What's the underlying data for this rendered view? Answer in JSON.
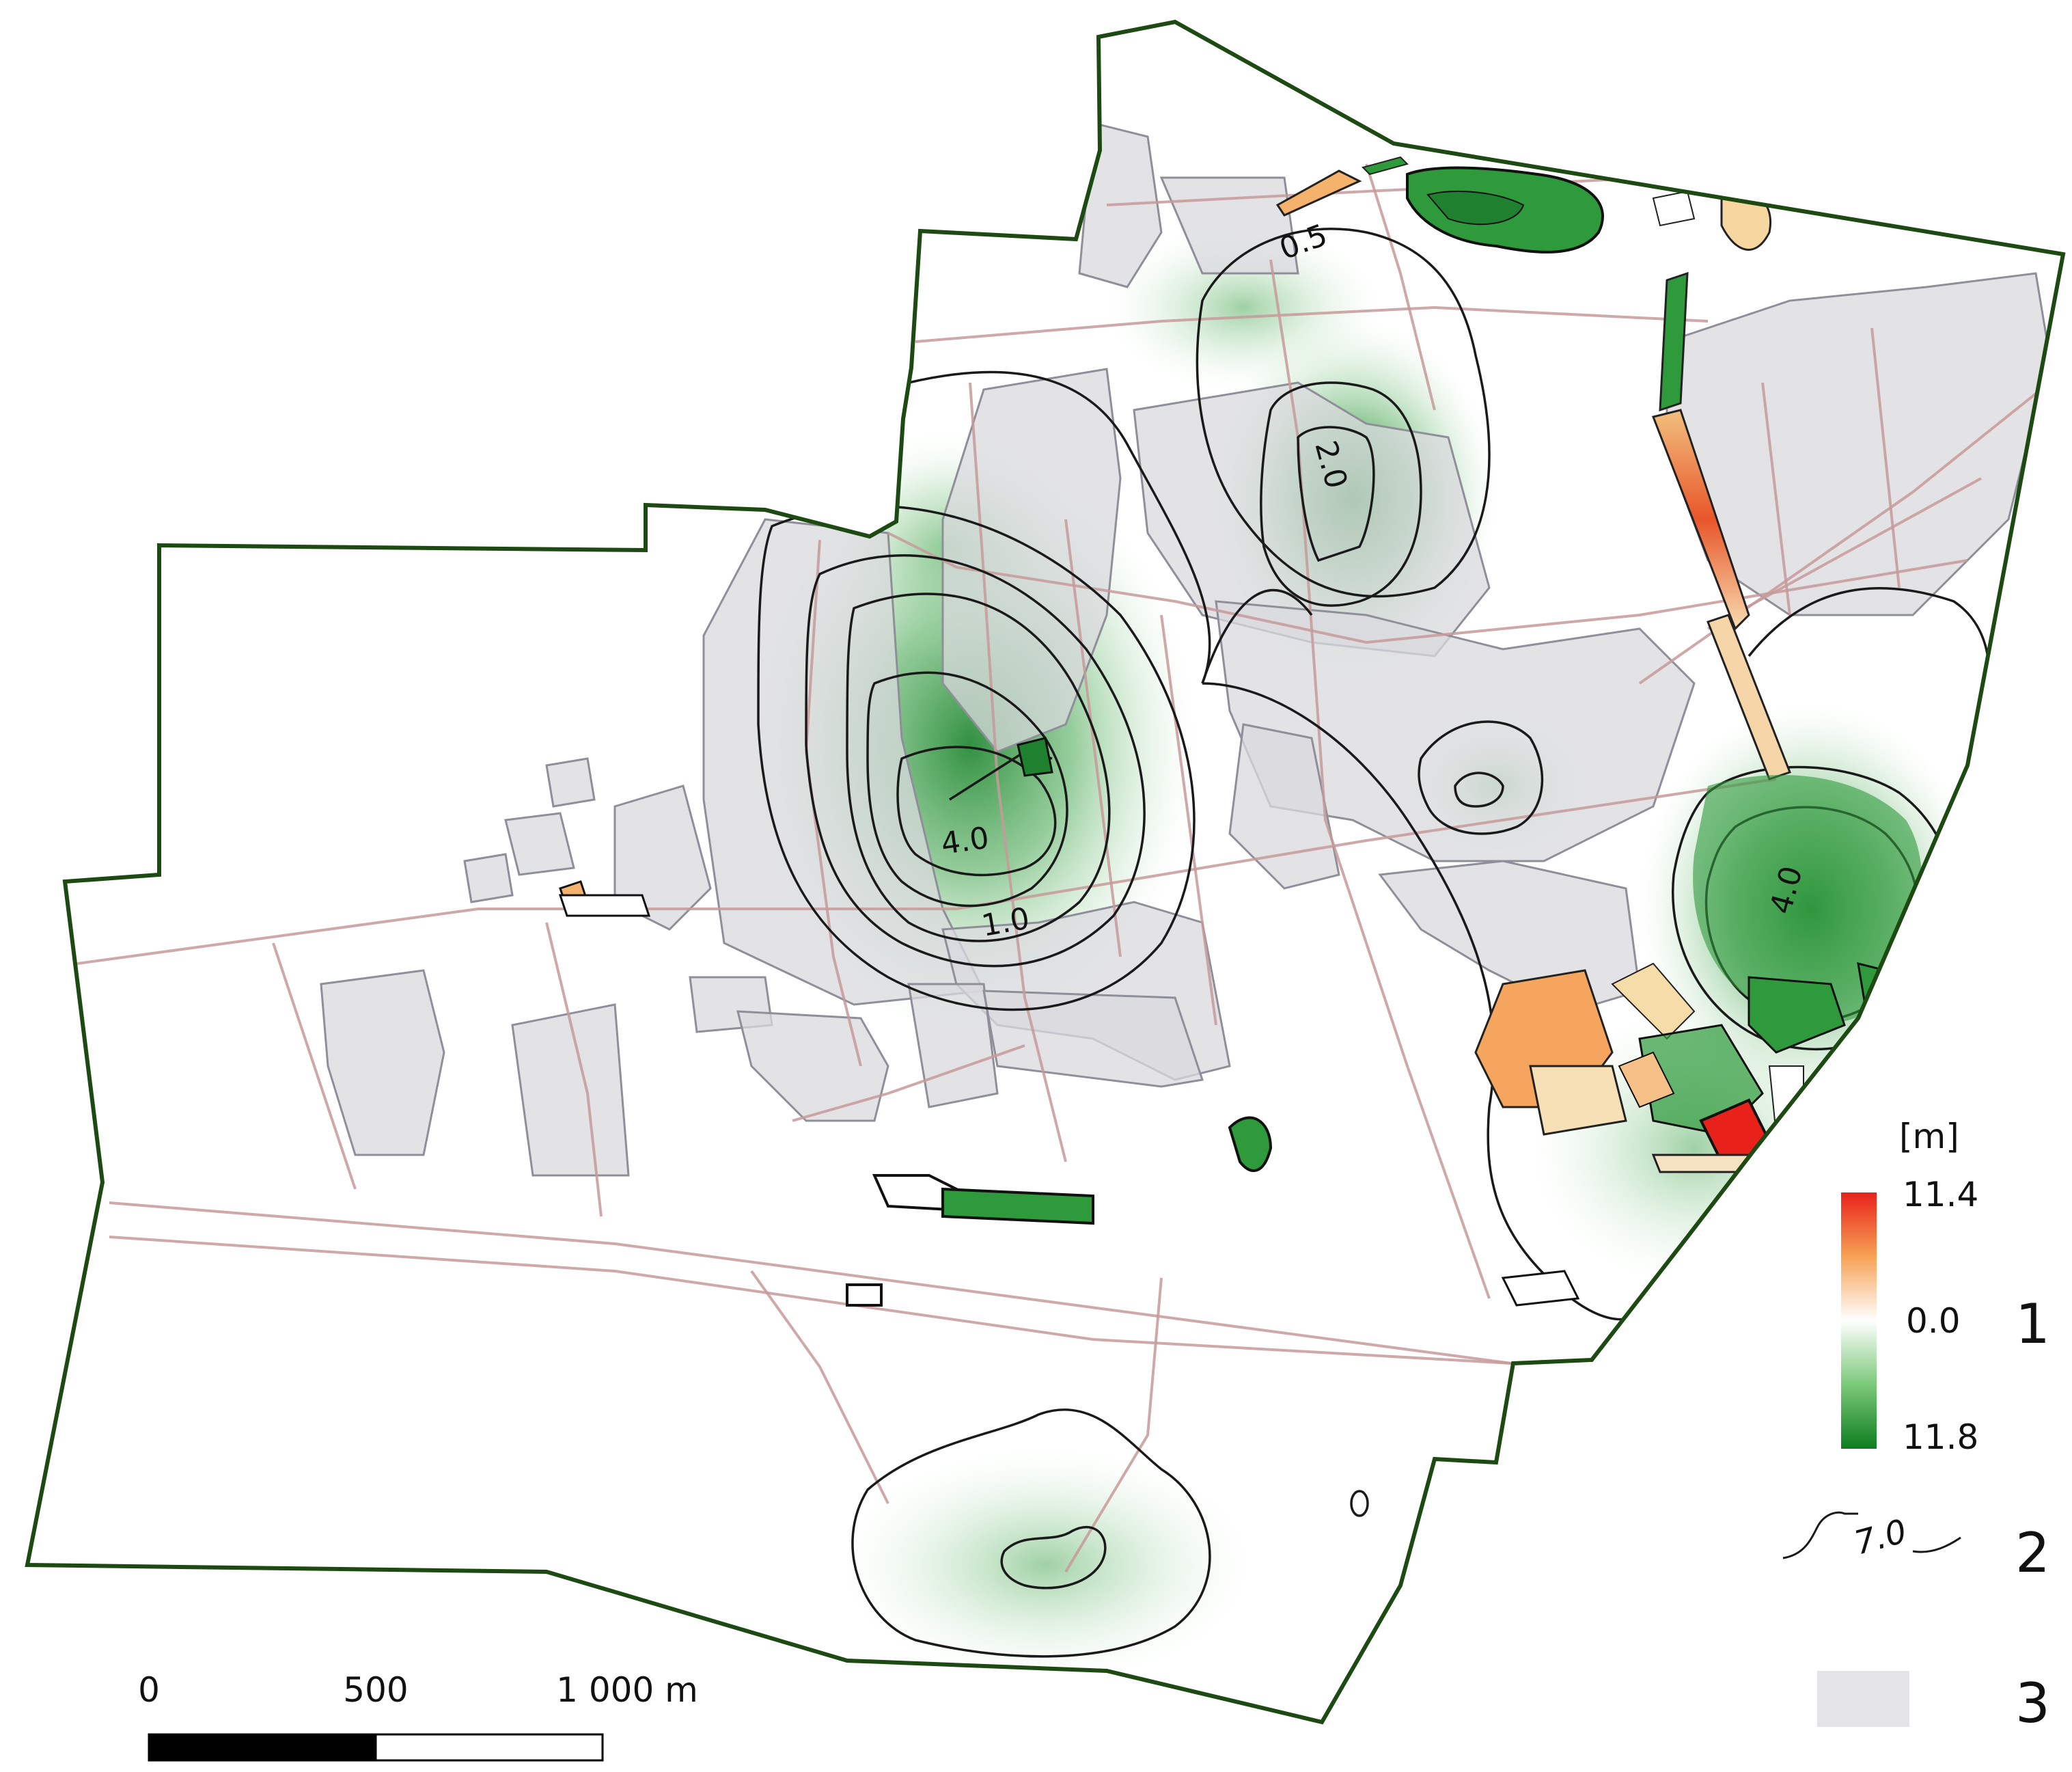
{
  "contour_labels": {
    "c05": "0.5",
    "c10": "1.0",
    "c20": "2.0",
    "c40a": "4.0",
    "c40b": "4.0"
  },
  "legend": {
    "unit": "[m]",
    "max_label": "11.4",
    "mid_label": "0.0",
    "min_label": "11.8",
    "item1_number": "1",
    "item2_number": "2",
    "item3_number": "3",
    "item2_sample_label": "7.0",
    "ramp_colors": [
      "#e8221b",
      "#f7a255",
      "#ffffff",
      "#7cc97a",
      "#0d7d1f"
    ]
  },
  "scale_bar": {
    "tick_0": "0",
    "tick_500": "500",
    "tick_1000": "1 000 m"
  },
  "colors": {
    "boundary": "#1d4a12",
    "building_fill": "#d9d9de",
    "parcel_line": "#c79a9a",
    "contour_line": "#1a1a1a",
    "uplift_green": "#0d7d1f",
    "subsidence_red": "#e8221b"
  }
}
